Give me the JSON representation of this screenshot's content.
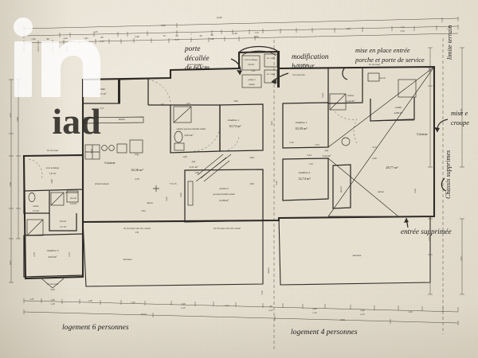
{
  "document": {
    "kind": "architectural-floor-plan",
    "paper_color": "#e9e3d6",
    "ink_color": "#2e2b26"
  },
  "watermark": {
    "text": "iad",
    "color": "#ffffff"
  },
  "legends": {
    "left": "logement 6 personnes",
    "right": "logement 4 personnes"
  },
  "annotations": {
    "porte_decalee": "porte\ndécallée\nde 60cm",
    "porte_decalee_l1": "porte",
    "porte_decalee_l2": "décallée",
    "porte_decalee_l3": "de 60cm",
    "modification_hauteur_l1": "modification",
    "modification_hauteur_l2": "hauteur",
    "modification_hauteur_sub": "aux rayon mur",
    "mise_en_place_l1": "mise en place entrée",
    "mise_en_place_l2": "porche et porte de service",
    "mise_croupe_l1": "mise e",
    "mise_croupe_l2": "croupe",
    "entree_supprimee": "entrée supprimée",
    "chassis_supprimes": "Chassis supprimes",
    "limite_terrain": "limite terrain"
  },
  "rooms": {
    "left_unit": [
      {
        "name": "cellier",
        "area": "5,71 m²"
      },
      {
        "name": "Cuisine",
        "area": ""
      },
      {
        "name": "",
        "area": "34,36 m²"
      },
      {
        "name": "salon",
        "area": ""
      },
      {
        "name": "plafond rampant",
        "area": ""
      },
      {
        "name": "+ 0.15",
        "area": ""
      },
      {
        "name": "toilettes personne mobilité réduite",
        "area": "6,93 m²"
      },
      {
        "name": "chambre 1",
        "area": "10,73 m²"
      },
      {
        "name": "degt",
        "area": "2,51 m²"
      },
      {
        "name": "chambre 2 personne mobilité réduite",
        "area": "13,88 m²"
      }
    ],
    "center": [
      {
        "name": "local technique",
        "area": "3,94 m²"
      },
      {
        "name": "pompe à chaleur",
        "area": ""
      },
      {
        "name": "loc. velos",
        "area": ""
      },
      {
        "name": "loc. velos",
        "area": ""
      }
    ],
    "right_unit": [
      {
        "name": "toilettes",
        "area": "4,44 m²"
      },
      {
        "name": "chambre 1",
        "area": "10,39 m²"
      },
      {
        "name": "chambre 2",
        "area": "12,74 m²"
      },
      {
        "name": "degt",
        "area": "5,44 m²"
      },
      {
        "name": "placard",
        "area": ""
      },
      {
        "name": "cellier",
        "area": "4,88 m²"
      },
      {
        "name": "Cuisine",
        "area": ""
      },
      {
        "name": "salon",
        "area": ""
      },
      {
        "name": "",
        "area": "28,77 m²"
      }
    ],
    "annexe": [
      {
        "name": "local technique",
        "area": "5,67 m²"
      },
      {
        "name": "toilette",
        "area": "2,76 m²"
      },
      {
        "name": "placard",
        "area": "1,21 m²"
      },
      {
        "name": "placard",
        "area": "2,24 m²"
      },
      {
        "name": "chambre 3",
        "area": "9,63 m²"
      }
    ],
    "outdoor": [
      "terrasse",
      "terrasse"
    ]
  },
  "material_notes": [
    "bac alu laqué volet bois couleur",
    "bac alu laqué volet bois couleur",
    "bac alu laqué",
    "volet bois couleur",
    "bac alu laqué"
  ],
  "dimensions": {
    "top_chain_a": [
      "1,25",
      "9,26",
      "14,26"
    ],
    "top_chain_b": [
      "1,45",
      "90",
      "1,45",
      "1,67",
      "90",
      "2,15",
      "2,40",
      "70",
      "90",
      "2,15",
      "7",
      "50",
      "90",
      "1,40",
      "1,20",
      "1,15",
      "9,60",
      "1,20",
      "1,15",
      "3,70"
    ],
    "bottom_chain_a": [
      "1,27",
      "1,40",
      "1,10",
      "1,18",
      "1,22",
      "2,40",
      "2,15",
      "2,21",
      "90",
      "2,15",
      "2,06",
      "1,15",
      "2,40",
      "2,15",
      "1,25"
    ],
    "bottom_totals": [
      "10,55",
      "9,95"
    ],
    "left_chain": [
      "1,72",
      "1,80",
      "3,14",
      "4,52"
    ],
    "right_chain": [
      "1,20",
      "11,92",
      "3,75",
      "3,35"
    ],
    "interior": [
      "5,71",
      "4,70",
      "5,92",
      "3,00",
      "3,32",
      "2,16",
      "3,32",
      "3,60",
      "1,00",
      "1,06",
      "2,05",
      "2,06",
      "4,15",
      "4,36",
      "2,75",
      "2,16",
      "1,96",
      "3,30",
      "5,36",
      "3,00"
    ]
  }
}
